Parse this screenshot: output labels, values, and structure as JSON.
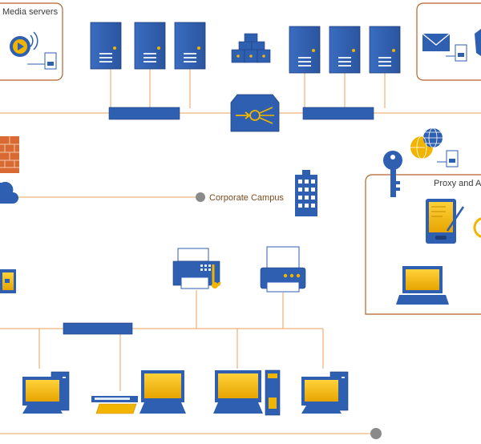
{
  "labels": {
    "media_servers": "Media servers",
    "corporate_campus": "Corporate Campus",
    "proxy": "Proxy and A"
  },
  "colors": {
    "device_blue": "#2f5fb0",
    "device_dark": "#1e3f7a",
    "screen_yellow": "#f1b400",
    "link_orange": "#e8a35a",
    "region_border": "#b8622a",
    "node_gray": "#8a8a8a",
    "brick": "#d96a33"
  },
  "icons": [
    "server-icon",
    "firewall-icon",
    "cloud-icon",
    "router-icon",
    "switch-icon",
    "building-icon",
    "key-icon",
    "globe-icon",
    "pda-icon",
    "laptop-icon",
    "fax-icon",
    "printer-icon",
    "pc-icon",
    "mail-icon",
    "media-play-icon",
    "scanner-icon"
  ]
}
